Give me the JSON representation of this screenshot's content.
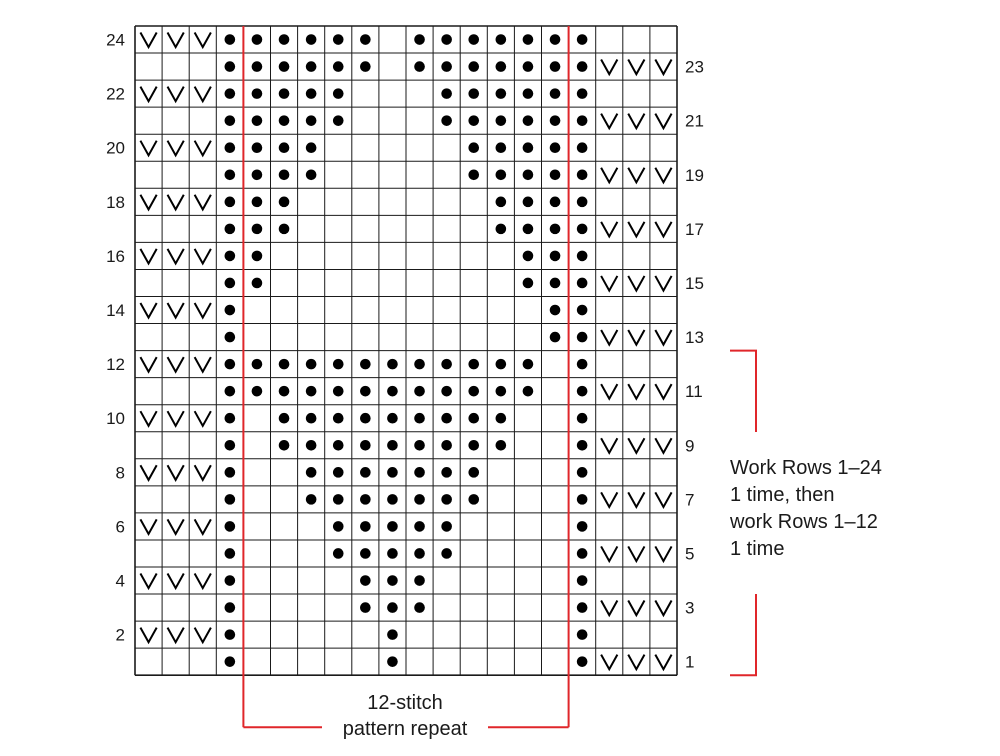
{
  "chart": {
    "columns": 20,
    "rows_shown": 24,
    "colors": {
      "grid": "#1a1a1a",
      "stitch": "#000000",
      "repeat_marker": "#e0262a",
      "text": "#1a1a1a"
    },
    "symbols": {
      "dot": "purl-dot-icon",
      "v": "slip-stitch-v-icon"
    },
    "rows": [
      {
        "num": "1",
        "side": "right",
        "dots": [
          4,
          10,
          17
        ],
        "vs": [
          18,
          19,
          20
        ]
      },
      {
        "num": "2",
        "side": "left",
        "dots": [
          4,
          10,
          17
        ],
        "vs": [
          1,
          2,
          3
        ]
      },
      {
        "num": "3",
        "side": "right",
        "dots": [
          4,
          9,
          10,
          11,
          17
        ],
        "vs": [
          18,
          19,
          20
        ]
      },
      {
        "num": "4",
        "side": "left",
        "dots": [
          4,
          9,
          10,
          11,
          17
        ],
        "vs": [
          1,
          2,
          3
        ]
      },
      {
        "num": "5",
        "side": "right",
        "dots": [
          4,
          8,
          9,
          10,
          11,
          12,
          17
        ],
        "vs": [
          18,
          19,
          20
        ]
      },
      {
        "num": "6",
        "side": "left",
        "dots": [
          4,
          8,
          9,
          10,
          11,
          12,
          17
        ],
        "vs": [
          1,
          2,
          3
        ]
      },
      {
        "num": "7",
        "side": "right",
        "dots": [
          4,
          7,
          8,
          9,
          10,
          11,
          12,
          13,
          17
        ],
        "vs": [
          18,
          19,
          20
        ]
      },
      {
        "num": "8",
        "side": "left",
        "dots": [
          4,
          7,
          8,
          9,
          10,
          11,
          12,
          13,
          17
        ],
        "vs": [
          1,
          2,
          3
        ]
      },
      {
        "num": "9",
        "side": "right",
        "dots": [
          4,
          6,
          7,
          8,
          9,
          10,
          11,
          12,
          13,
          14,
          17
        ],
        "vs": [
          18,
          19,
          20
        ]
      },
      {
        "num": "10",
        "side": "left",
        "dots": [
          4,
          6,
          7,
          8,
          9,
          10,
          11,
          12,
          13,
          14,
          17
        ],
        "vs": [
          1,
          2,
          3
        ]
      },
      {
        "num": "11",
        "side": "right",
        "dots": [
          4,
          5,
          6,
          7,
          8,
          9,
          10,
          11,
          12,
          13,
          14,
          15,
          17
        ],
        "vs": [
          18,
          19,
          20
        ]
      },
      {
        "num": "12",
        "side": "left",
        "dots": [
          4,
          5,
          6,
          7,
          8,
          9,
          10,
          11,
          12,
          13,
          14,
          15,
          17
        ],
        "vs": [
          1,
          2,
          3
        ]
      },
      {
        "num": "13",
        "side": "right",
        "dots": [
          4,
          16,
          17
        ],
        "vs": [
          18,
          19,
          20
        ]
      },
      {
        "num": "14",
        "side": "left",
        "dots": [
          4,
          16,
          17
        ],
        "vs": [
          1,
          2,
          3
        ]
      },
      {
        "num": "15",
        "side": "right",
        "dots": [
          4,
          5,
          15,
          16,
          17
        ],
        "vs": [
          18,
          19,
          20
        ]
      },
      {
        "num": "16",
        "side": "left",
        "dots": [
          4,
          5,
          15,
          16,
          17
        ],
        "vs": [
          1,
          2,
          3
        ]
      },
      {
        "num": "17",
        "side": "right",
        "dots": [
          4,
          5,
          6,
          14,
          15,
          16,
          17
        ],
        "vs": [
          18,
          19,
          20
        ]
      },
      {
        "num": "18",
        "side": "left",
        "dots": [
          4,
          5,
          6,
          14,
          15,
          16,
          17
        ],
        "vs": [
          1,
          2,
          3
        ]
      },
      {
        "num": "19",
        "side": "right",
        "dots": [
          4,
          5,
          6,
          7,
          13,
          14,
          15,
          16,
          17
        ],
        "vs": [
          18,
          19,
          20
        ]
      },
      {
        "num": "20",
        "side": "left",
        "dots": [
          4,
          5,
          6,
          7,
          13,
          14,
          15,
          16,
          17
        ],
        "vs": [
          1,
          2,
          3
        ]
      },
      {
        "num": "21",
        "side": "right",
        "dots": [
          4,
          5,
          6,
          7,
          8,
          12,
          13,
          14,
          15,
          16,
          17
        ],
        "vs": [
          18,
          19,
          20
        ]
      },
      {
        "num": "22",
        "side": "left",
        "dots": [
          4,
          5,
          6,
          7,
          8,
          12,
          13,
          14,
          15,
          16,
          17
        ],
        "vs": [
          1,
          2,
          3
        ]
      },
      {
        "num": "23",
        "side": "right",
        "dots": [
          4,
          5,
          6,
          7,
          8,
          9,
          11,
          12,
          13,
          14,
          15,
          16,
          17
        ],
        "vs": [
          18,
          19,
          20
        ]
      },
      {
        "num": "24",
        "side": "left",
        "dots": [
          4,
          5,
          6,
          7,
          8,
          9,
          11,
          12,
          13,
          14,
          15,
          16,
          17
        ],
        "vs": [
          1,
          2,
          3
        ]
      }
    ],
    "repeat": {
      "from_column": 5,
      "to_column": 16,
      "label_line1": "12-stitch",
      "label_line2": "pattern repeat"
    }
  },
  "note": {
    "lines": [
      "Work Rows 1–24",
      "1 time, then",
      "work Rows 1–12",
      "1 time"
    ]
  }
}
